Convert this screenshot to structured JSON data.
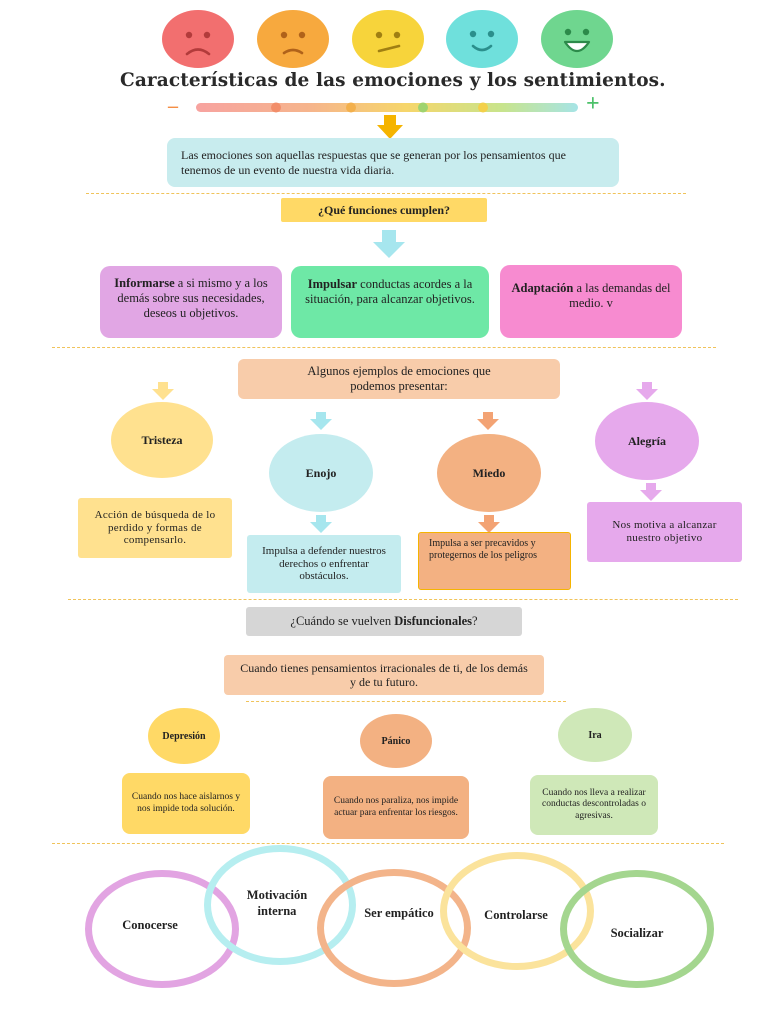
{
  "colors": {
    "face_red": "#f26f6f",
    "face_orange": "#f7a93e",
    "face_yellow": "#f7d43b",
    "face_teal": "#6fe0dc",
    "face_green": "#6fd68f",
    "arrow_orange": "#f5b400",
    "arrow_teal": "#a6e6ee",
    "info_teal": "#c8ecee",
    "question_yellow": "#ffd966",
    "lilac": "#e1a6e4",
    "mint": "#6ee8a6",
    "pink": "#f78bd0",
    "peach": "#f8ccaa",
    "yellow_soft": "#ffe18f",
    "blue_soft": "#c4ecef",
    "orange_soft": "#f3b182",
    "purple_soft": "#e6a9ec",
    "grey": "#d6d6d6",
    "green_soft": "#cfe8b8",
    "dash": "#f0c35a"
  },
  "header": {
    "title": "Características de las emociones y los sentimientos.",
    "minus_sign": "–",
    "plus_sign": "+"
  },
  "intro": {
    "text": "Las emociones son aquellas respuestas que se generan por los pensamientos que tenemos de un evento de nuestra vida diaria."
  },
  "functions": {
    "question": "¿Qué funciones cumplen?",
    "items": [
      {
        "bold": "Informarse",
        "rest": " a si mismo y a los demás sobre sus necesidades, deseos u objetivos."
      },
      {
        "bold": "Impulsar",
        "rest": " conductas acordes a la situación, para alcanzar objetivos."
      },
      {
        "bold": "Adaptación",
        "rest": " a las demandas del medio. v"
      }
    ]
  },
  "examples": {
    "heading": "Algunos ejemplos de emociones que podemos presentar:",
    "items": [
      {
        "name": "Tristeza",
        "desc": "Acción de búsqueda de lo perdido y formas de compensarlo."
      },
      {
        "name": "Enojo",
        "desc": "Impulsa a defender nuestros derechos o enfrentar obstáculos."
      },
      {
        "name": "Miedo",
        "desc": "Impulsa a ser precavidos y protegernos de los peligros"
      },
      {
        "name": "Alegría",
        "desc": "Nos motiva a alcanzar nuestro objetivo"
      }
    ]
  },
  "dysfunctional": {
    "question_pre": "¿Cuándo se vuelven ",
    "question_bold": "Disfuncionales",
    "question_post": "?",
    "text": "Cuando tienes pensamientos irracionales de ti, de los demás y de tu futuro.",
    "items": [
      {
        "name": "Depresión",
        "desc": "Cuando nos hace aislarnos y nos impide toda solución."
      },
      {
        "name": "Pánico",
        "desc": "Cuando nos paraliza, nos impide actuar para enfrentar los riesgos."
      },
      {
        "name": "Ira",
        "desc": "Cuando nos lleva a realizar conductas descontroladas o agresivas."
      }
    ]
  },
  "skills": [
    "Conocerse",
    "Motivación interna",
    "Ser empático",
    "Controlarse",
    "Socializar"
  ]
}
